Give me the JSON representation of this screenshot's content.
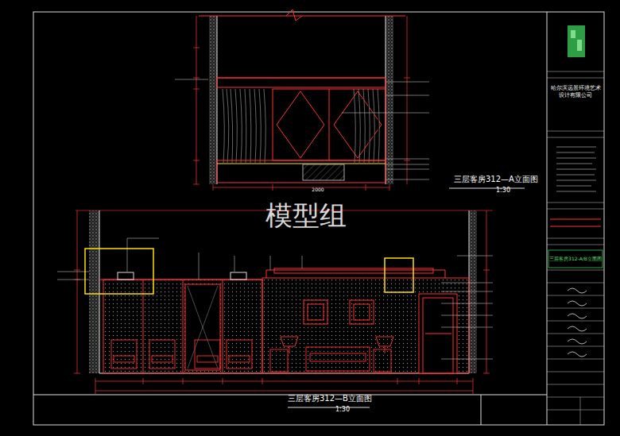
{
  "diagram": {
    "nodes": [
      {
        "text": [
          "哈尔滨远景环境艺术设计有限公司"
        ]
      },
      {
        "text": [
          "三层客房312-A/B立面图"
        ]
      }
    ],
    "labels": [
      "模型组",
      "三层客房312—A立面图",
      "1:30",
      "三层客房312—B立面图",
      "1:30",
      "2000"
    ]
  }
}
